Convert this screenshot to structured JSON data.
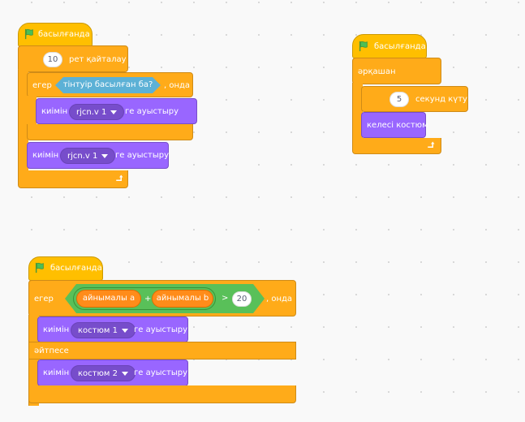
{
  "colors": {
    "events": "#FFBF00",
    "control": "#FFAB19",
    "looks": "#9966FF",
    "sensing": "#5CB1D6",
    "operators": "#59C059",
    "variables": "#FF8C1A",
    "flag": "#4CBF56"
  },
  "scripts": [
    {
      "hat": "басылғанда",
      "repeat": {
        "count": "10",
        "label": "рет қайталау"
      },
      "if": {
        "kw": "егер",
        "condition": "тінтуір басылған ба?",
        "then": ", онда"
      },
      "inner_switch": {
        "prefix": "киімін",
        "costume": "rjcn.v 1",
        "suffix": "ге ауыстыру"
      },
      "outer_switch": {
        "prefix": "киімін",
        "costume": "rjcn.v 1",
        "suffix": "ге ауыстыру"
      },
      "loop_icon": "repeat-arrow-icon"
    },
    {
      "hat": "басылғанда",
      "forever": "әрқашан",
      "wait": {
        "value": "5",
        "label": "секунд күту"
      },
      "next_costume": "келесі костюм",
      "loop_icon": "repeat-arrow-icon"
    },
    {
      "hat": "басылғанда",
      "if": {
        "kw": "егер",
        "var_a": "айнымалы a",
        "plus": "+",
        "var_b": "айнымалы b",
        "gt": ">",
        "value": "20",
        "then": ", онда"
      },
      "switch1": {
        "prefix": "киімін",
        "costume": "костюм 1",
        "suffix": "ге ауыстыру"
      },
      "else": "әйтпесе",
      "switch2": {
        "prefix": "киімін",
        "costume": "костюм 2",
        "suffix": "ге ауыстыру"
      }
    }
  ]
}
